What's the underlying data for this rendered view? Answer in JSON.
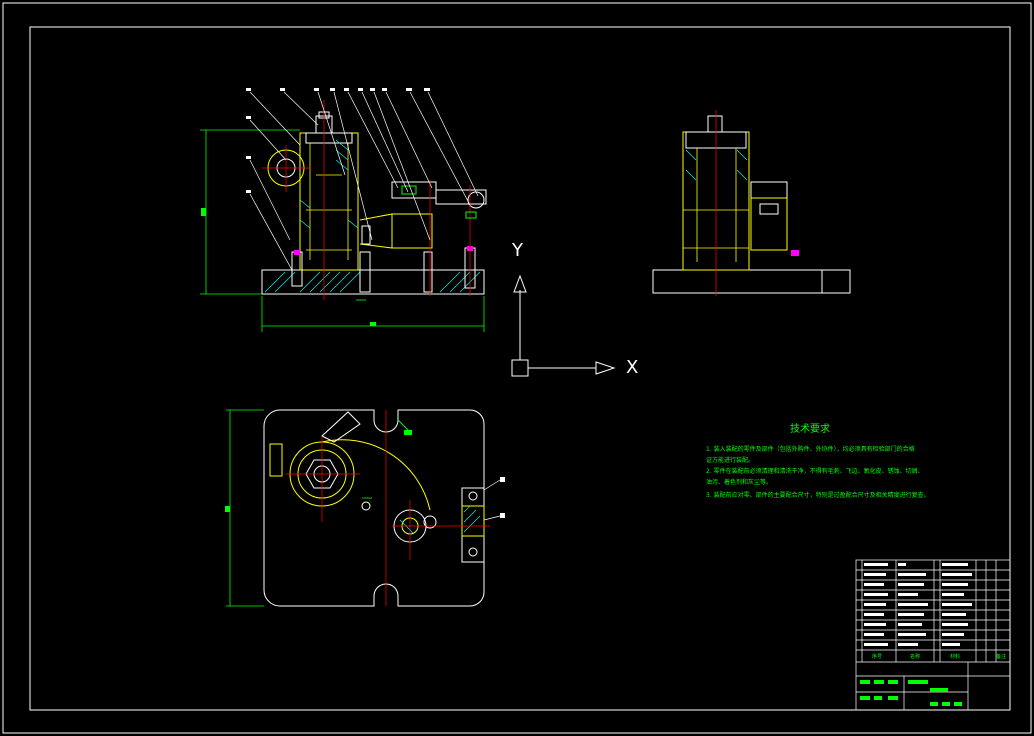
{
  "axes": {
    "y_label": "Y",
    "x_label": "X"
  },
  "technical_requirements": {
    "title": "技术要求",
    "lines": [
      "1. 装入装配的零件及部件（包括外购件、外协件），均必须具有检验部门的合格",
      "证方能进行装配。",
      "2. 零件在装配前必须清理和清洗干净，不得有毛刺、飞边、氧化皮、锈蚀、切屑、",
      "油污、着色剂和灰尘等。",
      "3. 装配前应对零、部件的主要配合尺寸，特别是过盈配合尺寸及相关精度进行复查。"
    ]
  },
  "title_block": {
    "header_labels": [
      "序号",
      "名称",
      "材料",
      "备注"
    ]
  },
  "colors": {
    "background": "#000000",
    "line_white": "#ffffff",
    "line_yellow": "#ffff00",
    "line_red": "#ff0000",
    "line_green": "#00ff00",
    "line_cyan": "#00ffff",
    "line_magenta": "#ff00ff"
  }
}
